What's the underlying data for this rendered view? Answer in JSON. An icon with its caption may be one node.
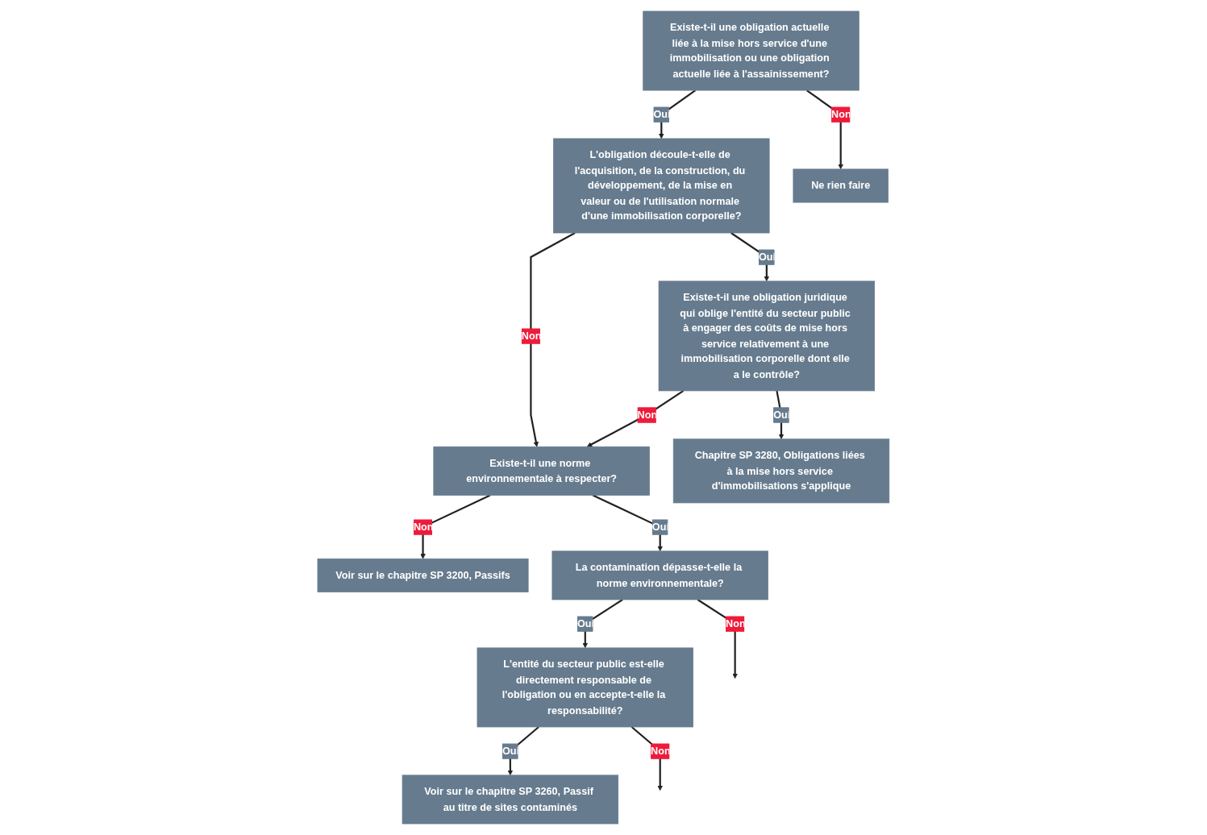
{
  "diagram": {
    "nodes": [
      {
        "text": [
          "Existe-t-il une obligation actuelle liée à la mise hors service d'une immobilisation ou une obligation actuelle liée à l'assainissement?"
        ]
      },
      {
        "text": [
          "L'obligation découle-t-elle de l'acquisition, de la construction, du développement, de la mise en valeur ou de l'utilisation normale d'une immobilisation corporelle?"
        ]
      },
      {
        "text": [
          "Existe-t-il une obligation juridique qui oblige l'entité du secteur public à engager des coûts de mise hors service relativement à une immobilisation corporelle dont elle a le contrôle?"
        ]
      },
      {
        "text": [
          "Chapitre SP 3280, Obligations liées à la mise hors service d'immobilisations s'applique"
        ]
      },
      {
        "text": [
          "Existe-t-il une norme environnementale à respecter?"
        ]
      },
      {
        "text": [
          "La contamination dépasse-t-elle la norme environnementale?"
        ]
      },
      {
        "text": [
          "L'entité du secteur public est-elle directement responsable de l'obligation ou en accepte-t-elle la responsabilité?"
        ]
      },
      {
        "text": [
          "Voir sur le chapitre SP 3260, Passif au titre de sites contaminés"
        ]
      },
      {
        "text": [
          "Voir sur le chapitre SP 3200, Passifs"
        ]
      },
      {
        "text": [
          "Ne rien faire"
        ]
      }
    ],
    "edges": [
      {
        "from": 0,
        "to": 1,
        "arrow": "to",
        "label": "Oui"
      },
      {
        "from": 0,
        "to": 9,
        "arrow": "to",
        "label": "Non"
      },
      {
        "from": 1,
        "to": 4,
        "arrow": "to",
        "label": "Non"
      },
      {
        "from": 1,
        "to": 2,
        "arrow": "to",
        "label": "Oui"
      },
      {
        "from": 2,
        "to": 4,
        "arrow": "to",
        "label": "Non"
      },
      {
        "from": 2,
        "to": 3,
        "arrow": "to",
        "label": "Oui"
      },
      {
        "from": 4,
        "to": 8,
        "arrow": "to",
        "label": "Non"
      },
      {
        "from": 4,
        "to": 5,
        "arrow": "to",
        "label": "Oui"
      },
      {
        "from": 5,
        "to": 6,
        "arrow": "to",
        "label": "Oui"
      },
      {
        "from": 5,
        "to": null,
        "arrow": "to",
        "label": "Non"
      },
      {
        "from": 6,
        "to": 7,
        "arrow": "to",
        "label": "Oui"
      },
      {
        "from": 6,
        "to": null,
        "arrow": "to",
        "label": "Non"
      }
    ]
  }
}
